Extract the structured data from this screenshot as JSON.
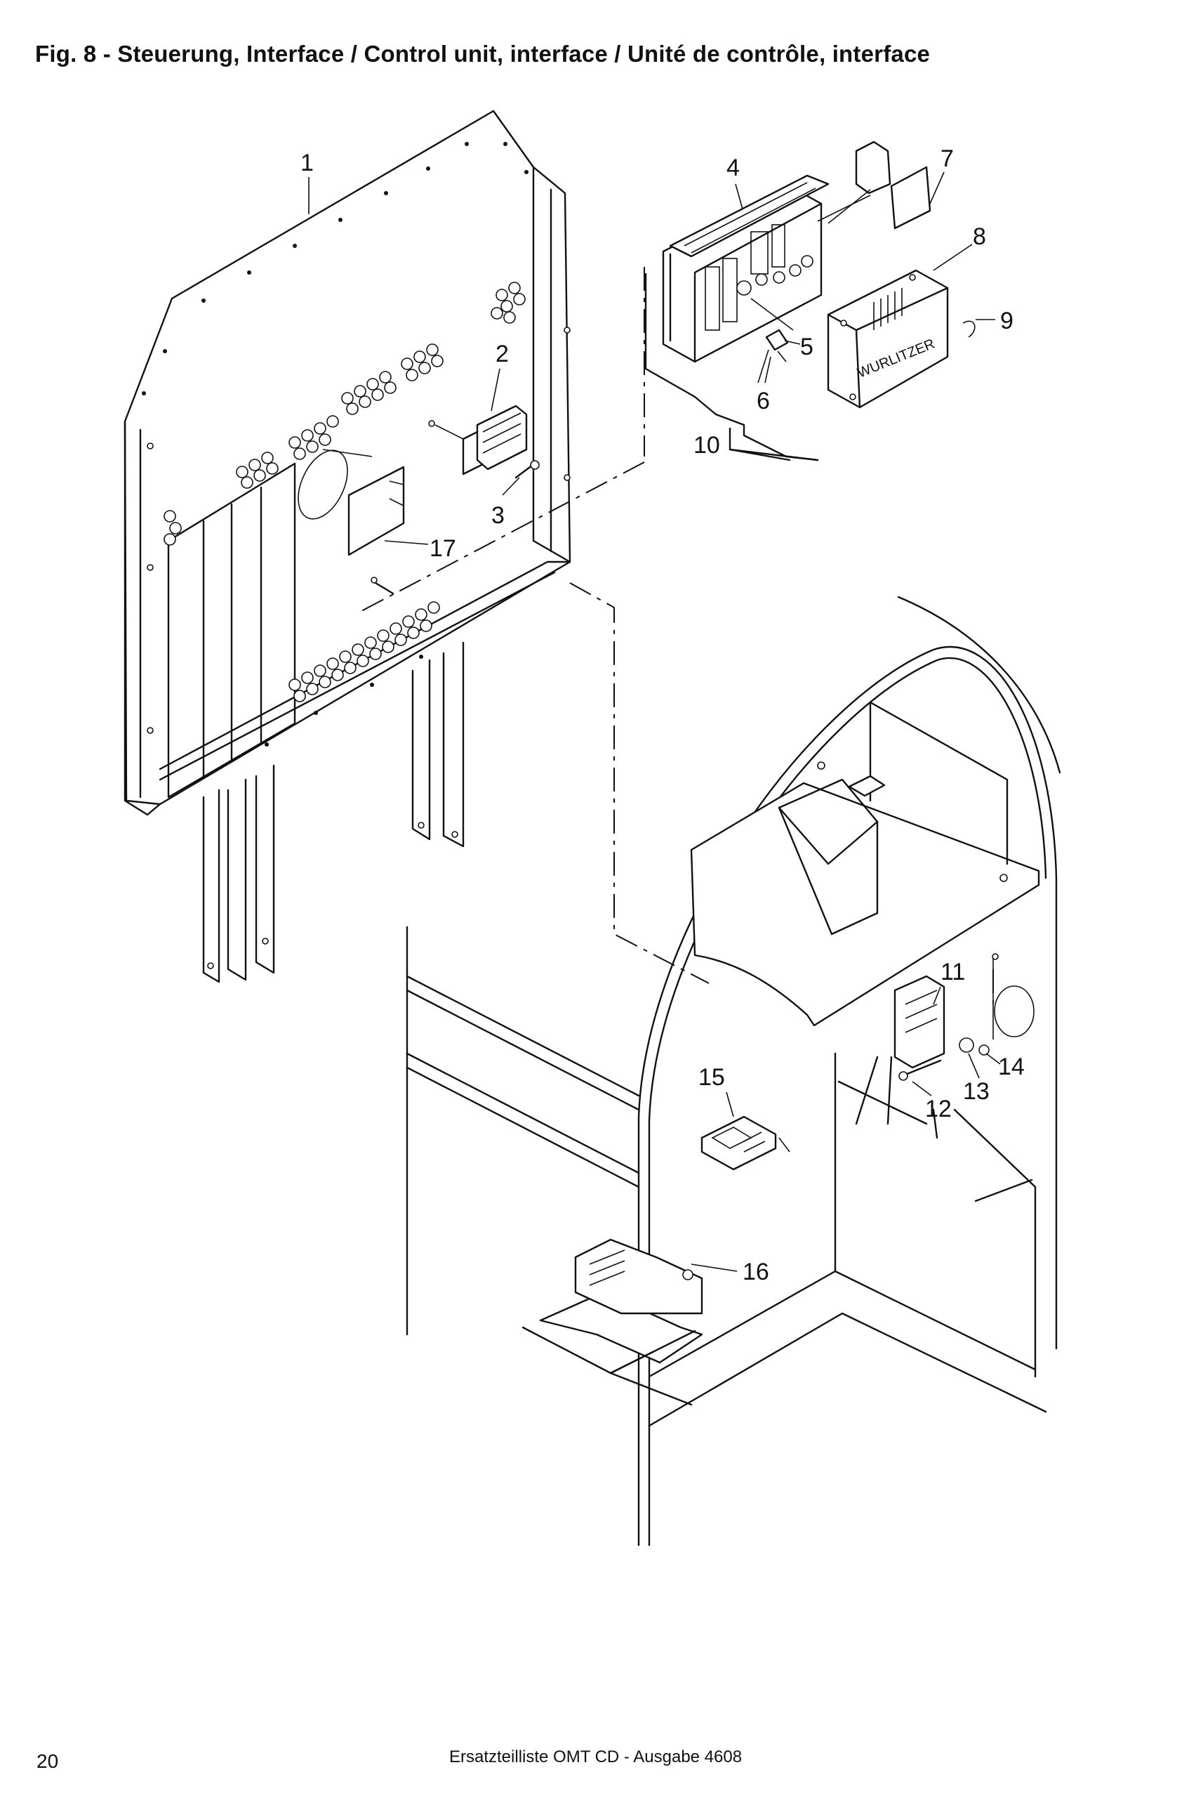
{
  "figure": {
    "title": "Fig. 8 - Steuerung, Interface / Control unit, interface / Unité de contrôle, interface"
  },
  "callouts": [
    "1",
    "2",
    "3",
    "4",
    "5",
    "6",
    "7",
    "8",
    "9",
    "10",
    "11",
    "12",
    "13",
    "14",
    "15",
    "16",
    "17"
  ],
  "brand_label": "WURLITZER",
  "footer": {
    "page_number": "20",
    "text": "Ersatzteilliste OMT CD - Ausgabe 4608"
  }
}
